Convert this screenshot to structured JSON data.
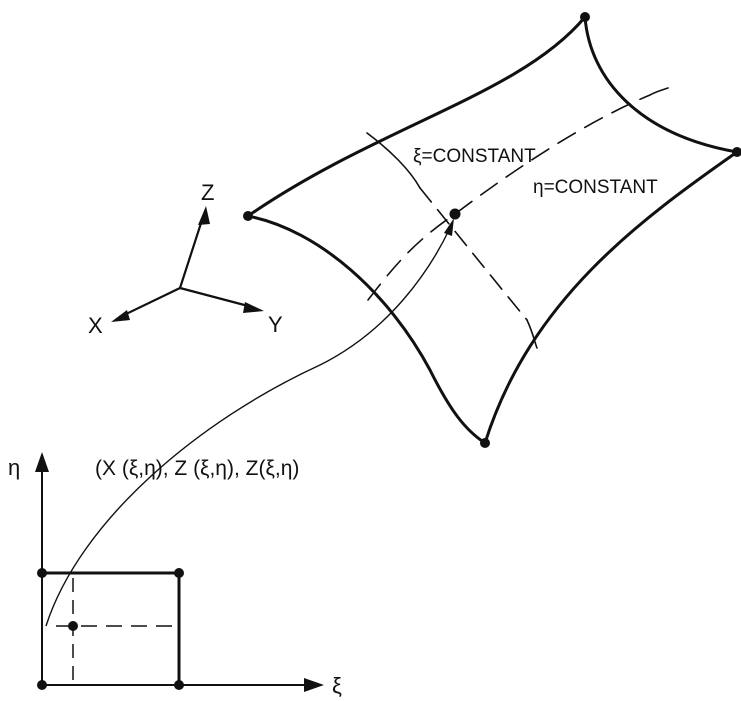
{
  "colors": {
    "ink": "#111111",
    "background": "#ffffff"
  },
  "labels": {
    "xi_constant": "ξ=CONSTANT",
    "eta_constant": "η=CONSTANT",
    "axis_z": "Z",
    "axis_x": "X",
    "axis_y": "Y",
    "mapping": "(X (ξ,η),  Z (ξ,η), Z(ξ,η)",
    "param_eta": "η",
    "param_xi": "ξ"
  }
}
